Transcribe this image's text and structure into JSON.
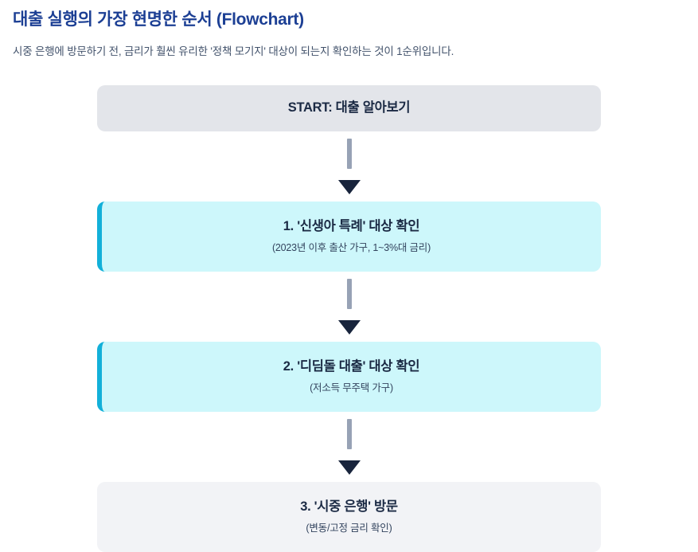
{
  "header": {
    "title": "대출 실행의 가장 현명한 순서 (Flowchart)",
    "subtitle": "시중 은행에 방문하기 전, 금리가 훨씬 유리한 '정책 모기지' 대상이 되는지 확인하는 것이 1순위입니다."
  },
  "colors": {
    "title": "#1c3f94",
    "subtitle": "#42526b",
    "node_text": "#1b2a44",
    "node_sub_text": "#33445e",
    "start_bg": "#e3e5ea",
    "end_bg": "#f2f3f6",
    "highlight_bg": "#cdf7fb",
    "highlight_accent": "#12b0d9",
    "connector_line": "#97a2b5",
    "connector_arrow": "#18243c",
    "page_bg": "#ffffff"
  },
  "flow": {
    "nodes": [
      {
        "id": "start",
        "style": "start",
        "title": "START: 대출 알아보기",
        "sub": ""
      },
      {
        "id": "step-1",
        "style": "highlight",
        "title": "1. '신생아 특례' 대상 확인",
        "sub": "(2023년 이후 출산 가구, 1~3%대 금리)"
      },
      {
        "id": "step-2",
        "style": "highlight",
        "title": "2. '디딤돌 대출' 대상 확인",
        "sub": "(저소득 무주택 가구)"
      },
      {
        "id": "step-3",
        "style": "end",
        "title": "3. '시중 은행' 방문",
        "sub": "(변동/고정 금리 확인)"
      }
    ],
    "connectors": [
      {
        "id": "connector-1",
        "icon": "arrow-down-icon"
      },
      {
        "id": "connector-2",
        "icon": "arrow-down-icon"
      },
      {
        "id": "connector-3",
        "icon": "arrow-down-icon"
      }
    ]
  }
}
